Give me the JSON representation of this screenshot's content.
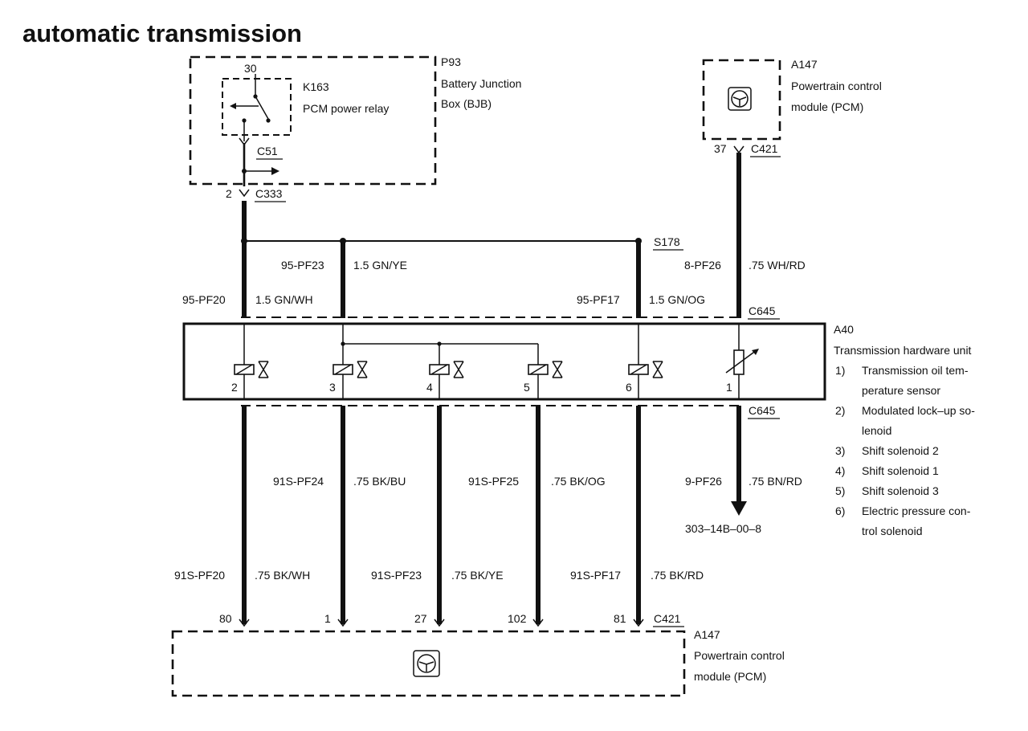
{
  "title": "automatic transmission",
  "bjb": {
    "id": "P93",
    "name_line1": "Battery Junction",
    "name_line2": "Box (BJB)",
    "relay_id": "K163",
    "relay_name": "PCM power relay",
    "relay_pin": "30",
    "connector_inner": "C51",
    "connector_out": "C333",
    "connector_out_pin": "2"
  },
  "pcm_top": {
    "id": "A147",
    "name_line1": "Powertrain control",
    "name_line2": "module (PCM)",
    "pin": "37",
    "connector": "C421"
  },
  "splice": "S178",
  "upper_wires": [
    {
      "circuit": "95-PF23",
      "spec": "1.5 GN/YE"
    },
    {
      "circuit": "8-PF26",
      "spec": ".75 WH/RD"
    },
    {
      "circuit": "95-PF20",
      "spec": "1.5 GN/WH"
    },
    {
      "circuit": "95-PF17",
      "spec": "1.5 GN/OG"
    }
  ],
  "thu": {
    "id": "A40",
    "name": "Transmission hardware unit",
    "connector": "C645",
    "pins": [
      "2",
      "3",
      "4",
      "5",
      "6",
      "1"
    ],
    "legend": [
      {
        "num": "1)",
        "line1": "Transmission oil tem-",
        "line2": "perature sensor"
      },
      {
        "num": "2)",
        "line1": "Modulated lock–up so-",
        "line2": "lenoid"
      },
      {
        "num": "3)",
        "line1": "Shift solenoid 2",
        "line2": ""
      },
      {
        "num": "4)",
        "line1": "Shift solenoid 1",
        "line2": ""
      },
      {
        "num": "5)",
        "line1": "Shift solenoid 3",
        "line2": ""
      },
      {
        "num": "6)",
        "line1": "Electric pressure con-",
        "line2": "trol solenoid"
      }
    ]
  },
  "lower_wires_mid": [
    {
      "circuit": "91S-PF24",
      "spec": ".75 BK/BU"
    },
    {
      "circuit": "91S-PF25",
      "spec": ".75 BK/OG"
    },
    {
      "circuit": "9-PF26",
      "spec": ".75 BN/RD"
    }
  ],
  "lower_wires_bottom": [
    {
      "circuit": "91S-PF20",
      "spec": ".75 BK/WH"
    },
    {
      "circuit": "91S-PF23",
      "spec": ".75 BK/YE"
    },
    {
      "circuit": "91S-PF17",
      "spec": ".75 BK/RD"
    }
  ],
  "ground_ref": "303–14B–00–8",
  "pcm_bottom": {
    "id": "A147",
    "name_line1": "Powertrain control",
    "name_line2": "module (PCM)",
    "connector": "C421",
    "pins": [
      "80",
      "1",
      "27",
      "102",
      "81"
    ]
  }
}
